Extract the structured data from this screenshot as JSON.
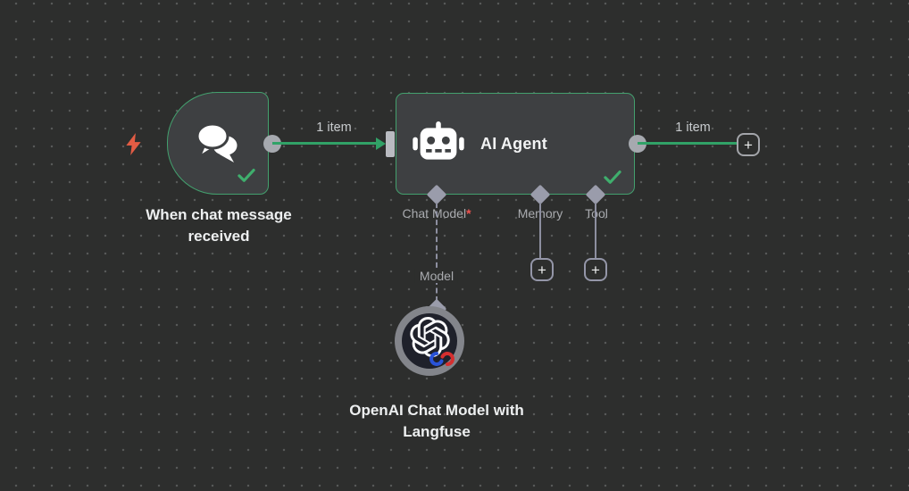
{
  "canvas": {
    "background": "#2d2e2d",
    "dot_color": "#575958"
  },
  "colors": {
    "node_fill": "#3e4042",
    "node_border_success": "#43a06e",
    "connection_green": "#31a267",
    "checkmark_green": "#3fae6d",
    "connector_gray": "#9a9cab",
    "port_label_gray": "#a9abaf",
    "edge_label_gray": "#c7cacd",
    "title_white": "#f2f3f4",
    "required_red": "#ef5350",
    "trigger_bolt_orange": "#e25c44",
    "model_ring_gray": "#83858b",
    "model_inner_navy": "#1f212b"
  },
  "nodes": {
    "trigger": {
      "label": "When chat message received",
      "icon": "chat-bubbles-icon",
      "status": "success"
    },
    "agent": {
      "title": "AI Agent",
      "icon": "robot-icon",
      "status": "success",
      "ports": {
        "chat_model": {
          "label": "Chat Model",
          "required_mark": "*"
        },
        "memory": {
          "label": "Memory"
        },
        "tool": {
          "label": "Tool"
        }
      }
    },
    "model": {
      "label": "OpenAI Chat Model with Langfuse",
      "icon": "openai-logo-icon",
      "port_label": "Model"
    }
  },
  "connections": {
    "trigger_to_agent_label": "1 item",
    "agent_to_next_label": "1 item"
  },
  "buttons": {
    "plus": "+"
  }
}
